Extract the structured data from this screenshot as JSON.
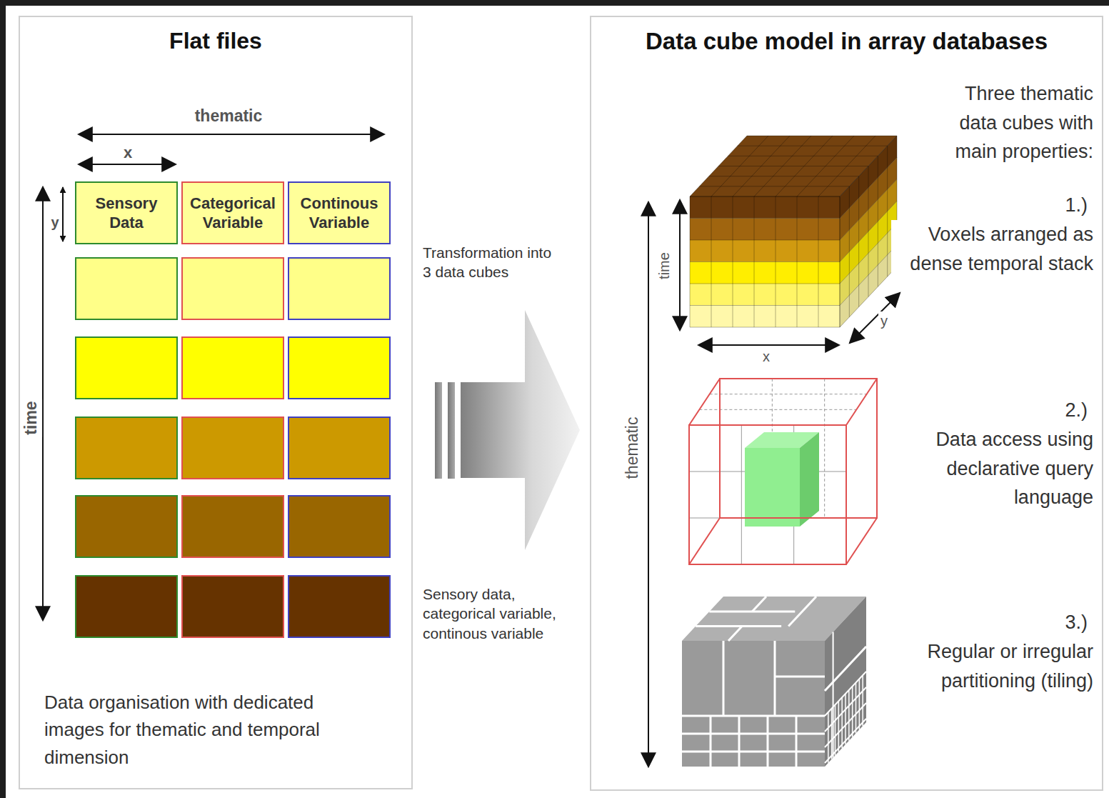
{
  "diagram": {
    "nodes": [
      {
        "text": [
          "Flat files",
          "Data organisation with dedicated images for thematic and temporal dimension"
        ]
      },
      {
        "text": [
          "Sensory Data"
        ],
        "in": 0
      },
      {
        "text": [
          "Categorical Variable"
        ],
        "in": 0
      },
      {
        "text": [
          "Continous Variable"
        ],
        "in": 0
      },
      {
        "text": [
          "Data cube model in array databases"
        ]
      }
    ],
    "edges": [
      {
        "from": 0,
        "to": 4,
        "arrow": "to"
      }
    ],
    "labels": [
      "thematic",
      "x",
      "y",
      "time",
      "Transformation into 3 data cubes",
      "Sensory data, categorical variable, continous variable",
      "Three thematic data cubes with main properties:",
      "1.)",
      "Voxels arranged as dense temporal stack",
      "2.)",
      "Data access using declarative query language",
      "3.)",
      "Regular or irregular partitioning (tiling)",
      "time",
      "x",
      "y",
      "thematic"
    ]
  }
}
